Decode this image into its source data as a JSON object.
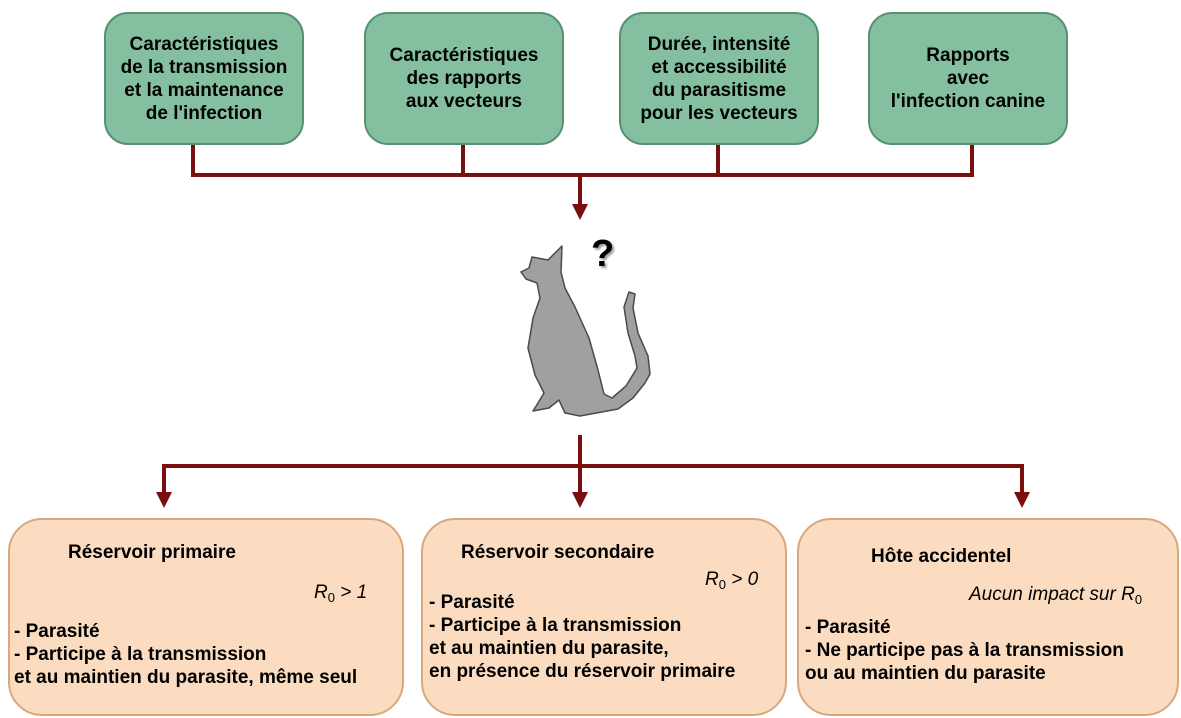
{
  "factors": [
    {
      "label": "Caractéristiques\nde la transmission\net la maintenance\nde l'infection"
    },
    {
      "label": "Caractéristiques\ndes rapports\naux vecteurs"
    },
    {
      "label": "Durée, intensité\net accessibilité\ndu parasitisme\npour les vecteurs"
    },
    {
      "label": "Rapports\navec\nl'infection canine"
    }
  ],
  "center": {
    "icon": "cat-icon",
    "question": "?"
  },
  "outcomes": [
    {
      "title": "Réservoir primaire",
      "r0_symbol": "R",
      "r0_sub": "0",
      "r0_relation": "> 1",
      "body": "- Parasité\n- Participe à la transmission\net au maintien du parasite, même seul"
    },
    {
      "title": "Réservoir secondaire",
      "r0_symbol": "R",
      "r0_sub": "0",
      "r0_relation": "> 0",
      "body": "- Parasité\n- Participe à la transmission\net au maintien du parasite,\nen présence du réservoir primaire"
    },
    {
      "title": "Hôte accidentel",
      "r0_prefix": "Aucun impact sur ",
      "r0_symbol": "R",
      "r0_sub": "0",
      "body": "- Parasité\n- Ne participe pas à la transmission\nou au maintien du parasite"
    }
  ],
  "colors": {
    "connector": "#7b0f0f",
    "factor_fill": "#84c0a0",
    "outcome_fill": "#fbdcc0",
    "cat_fill": "#a0a0a0"
  }
}
